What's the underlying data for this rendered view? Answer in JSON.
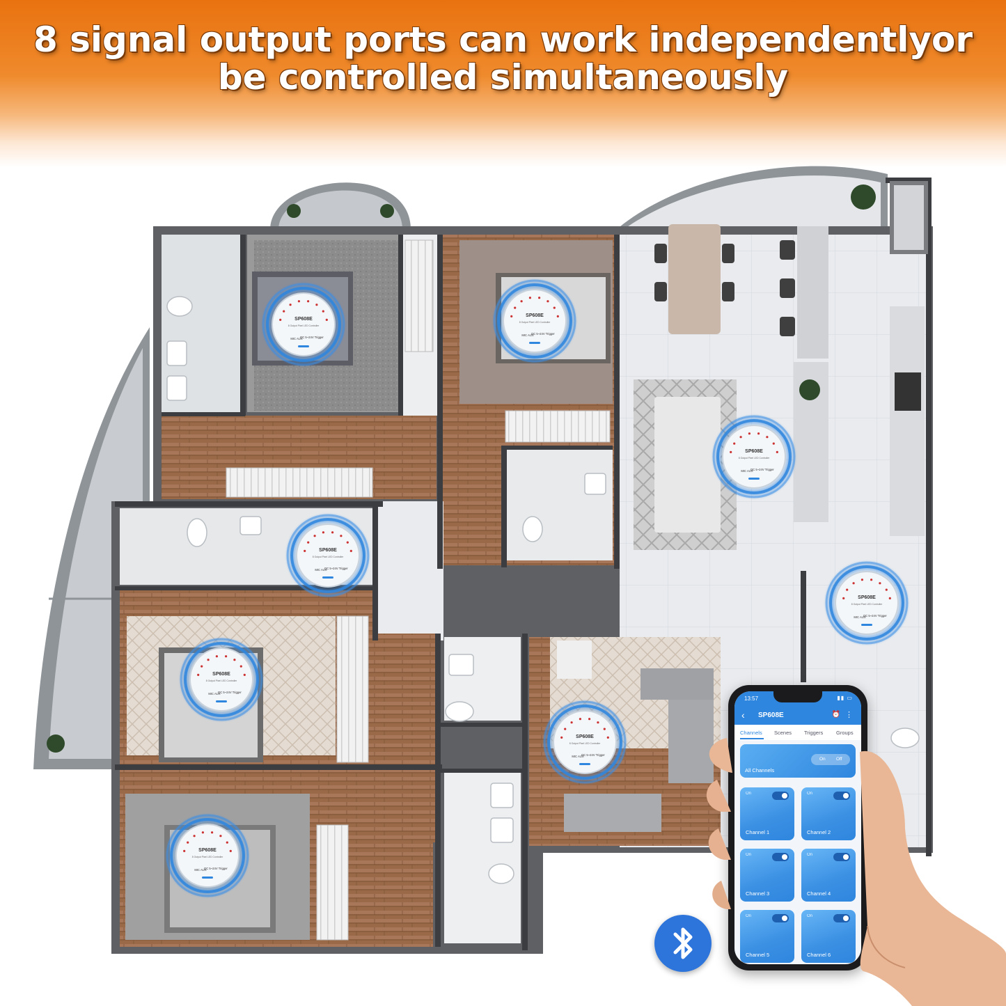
{
  "headline": {
    "line1": "8 signal output ports can work independentlyor",
    "line2": "be controlled simultaneously"
  },
  "controller": {
    "model": "SP608E",
    "subtitle": "8 Output Pixel LED Controller",
    "ports_label": "MIC AUX",
    "trigger_label": "DC 5~24V Trigger",
    "count": 8
  },
  "phone": {
    "time": "13:57",
    "app_title": "SP608E",
    "tabs": [
      "Channels",
      "Scenes",
      "Triggers",
      "Groups"
    ],
    "active_tab": "Channels",
    "all_channels": {
      "label": "All Channels",
      "on": "On",
      "off": "Off"
    },
    "channels": [
      {
        "name": "Channel 1",
        "state": "On"
      },
      {
        "name": "Channel 2",
        "state": "On"
      },
      {
        "name": "Channel 3",
        "state": "On"
      },
      {
        "name": "Channel 4",
        "state": "On"
      },
      {
        "name": "Channel 5",
        "state": "On"
      },
      {
        "name": "Channel 6",
        "state": "On"
      }
    ]
  },
  "icons": {
    "bluetooth": "bluetooth-icon",
    "back": "back-arrow-icon",
    "alarm": "alarm-icon",
    "more": "more-vertical-icon"
  },
  "colors": {
    "banner": "#e9720f",
    "accent": "#2f86de",
    "ring": "#3b8ee6"
  }
}
